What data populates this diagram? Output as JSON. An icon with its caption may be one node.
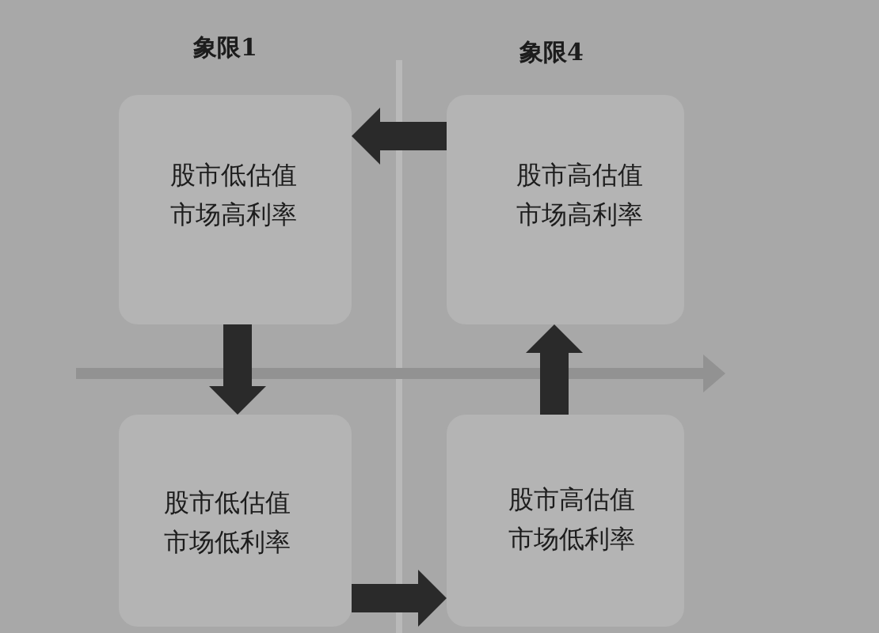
{
  "diagram": {
    "nodes": [
      {
        "text": [
          "股市低估值市场高利率"
        ]
      },
      {
        "text": [
          "股市高估值市场高利率"
        ]
      },
      {
        "text": [
          "股市低估值市场低利率"
        ]
      },
      {
        "text": [
          "股市高估值市场低利率"
        ]
      }
    ],
    "edges": [
      {
        "from": 1,
        "to": 0,
        "arrow": "to"
      },
      {
        "from": 0,
        "to": 2,
        "arrow": "to"
      },
      {
        "from": 2,
        "to": 3,
        "arrow": "to"
      },
      {
        "from": 3,
        "to": 1,
        "arrow": "to"
      }
    ],
    "labels": [
      "象限1",
      "象限4"
    ]
  }
}
